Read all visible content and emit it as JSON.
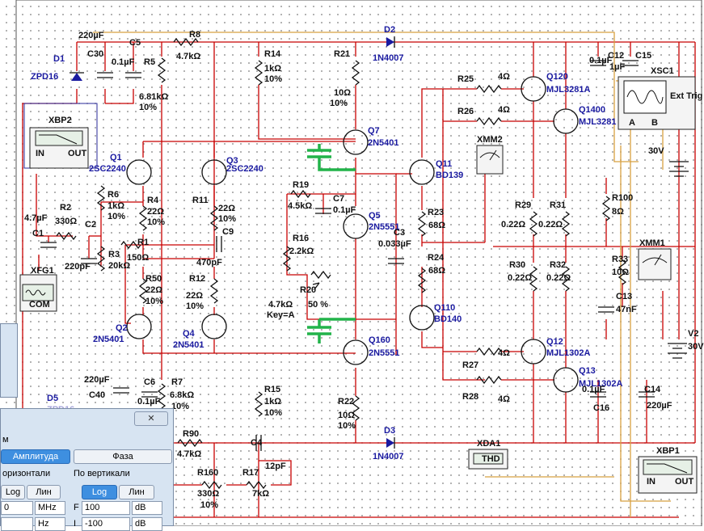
{
  "components": {
    "D1": {
      "ref": "D1",
      "value": "ZPD16"
    },
    "D2": {
      "ref": "D2",
      "value": "1N4007"
    },
    "D3": {
      "ref": "D3",
      "value": "1N4007"
    },
    "D5": {
      "ref": "D5",
      "value": "ZPD16"
    },
    "C30": {
      "ref": "C30",
      "value": "220µF"
    },
    "C5": {
      "ref": "C5",
      "value": "0.1µF"
    },
    "C40": {
      "ref": "C40",
      "value": "220µF"
    },
    "C6": {
      "ref": "C6",
      "value": "0.1µF"
    },
    "R5": {
      "ref": "R5",
      "value": "6.81kΩ",
      "tol": "10%"
    },
    "R8": {
      "ref": "R8",
      "value": "4.7kΩ"
    },
    "R14": {
      "ref": "R14",
      "value": "1kΩ",
      "tol": "10%"
    },
    "R21": {
      "ref": "R21",
      "value": "10Ω",
      "tol": "10%"
    },
    "R22": {
      "ref": "R22",
      "value": "10Ω",
      "tol": "10%"
    },
    "R15": {
      "ref": "R15",
      "value": "1kΩ",
      "tol": "10%"
    },
    "R7": {
      "ref": "R7",
      "value": "6.8kΩ",
      "tol": "10%"
    },
    "R90": {
      "ref": "R90",
      "value": "4.7kΩ"
    },
    "R160": {
      "ref": "R160",
      "value": "330Ω",
      "tol": "10%"
    },
    "R17": {
      "ref": "R17",
      "value": "7kΩ"
    },
    "C4": {
      "ref": "C4",
      "value": "12pF"
    },
    "Q1": {
      "ref": "Q1",
      "value": "2SC2240"
    },
    "Q3": {
      "ref": "Q3",
      "value": "2SC2240"
    },
    "Q2": {
      "ref": "Q2",
      "value": "2N5401"
    },
    "Q4": {
      "ref": "Q4",
      "value": "2N5401"
    },
    "Q7": {
      "ref": "Q7",
      "value": "2N5401"
    },
    "Q5": {
      "ref": "Q5",
      "value": "2N5551"
    },
    "Q160": {
      "ref": "Q160",
      "value": "2N5551"
    },
    "Q11": {
      "ref": "Q11",
      "value": "BD139"
    },
    "Q110": {
      "ref": "Q110",
      "value": "BD140"
    },
    "Q120": {
      "ref": "Q120",
      "value": "MJL3281A"
    },
    "Q1400": {
      "ref": "Q1400",
      "value": "MJL3281"
    },
    "Q12": {
      "ref": "Q12",
      "value": "MJL1302A"
    },
    "Q13": {
      "ref": "Q13",
      "value": "MJL1302A"
    },
    "R6": {
      "ref": "R6",
      "value": "1kΩ",
      "tol": "10%"
    },
    "R4": {
      "ref": "R4",
      "value": "22Ω",
      "tol": "10%"
    },
    "R11": {
      "ref": "R11",
      "value": "22Ω",
      "tol": "10%"
    },
    "R2": {
      "ref": "R2",
      "value": "330Ω"
    },
    "C1": {
      "ref": "C1",
      "value": "4.7µF"
    },
    "C2": {
      "ref": "C2",
      "value": "220pF"
    },
    "R3": {
      "ref": "R3",
      "value": "20kΩ"
    },
    "R1": {
      "ref": "R1",
      "value": "150Ω"
    },
    "C9": {
      "ref": "C9",
      "value": "470pF"
    },
    "R50": {
      "ref": "R50",
      "value": "22Ω",
      "tol": "10%"
    },
    "R12": {
      "ref": "R12",
      "value": "22Ω",
      "tol": "10%"
    },
    "R19": {
      "ref": "R19",
      "value": "4.5kΩ"
    },
    "C7": {
      "ref": "C7",
      "value": "0.1µF"
    },
    "R16": {
      "ref": "R16",
      "value": "2.2kΩ"
    },
    "R20": {
      "ref": "R20",
      "value": "4.7kΩ",
      "pct": "50 %",
      "key": "Key=A"
    },
    "C3": {
      "ref": "C3",
      "value": "0.033µF"
    },
    "R23": {
      "ref": "R23",
      "value": "68Ω"
    },
    "R24": {
      "ref": "R24",
      "value": "68Ω"
    },
    "R25": {
      "ref": "R25",
      "value": "4Ω"
    },
    "R26": {
      "ref": "R26",
      "value": "4Ω"
    },
    "R27": {
      "ref": "R27",
      "value": "4Ω"
    },
    "R28": {
      "ref": "R28",
      "value": "4Ω"
    },
    "R29": {
      "ref": "R29",
      "value": "0.22Ω"
    },
    "R31": {
      "ref": "R31",
      "value": "0.22Ω"
    },
    "R30": {
      "ref": "R30",
      "value": "0.22Ω"
    },
    "R32": {
      "ref": "R32",
      "value": "0.22Ω"
    },
    "R100": {
      "ref": "R100",
      "value": "8Ω"
    },
    "R33": {
      "ref": "R33",
      "value": "10Ω"
    },
    "C13": {
      "ref": "C13",
      "value": "47nF"
    },
    "C12": {
      "ref": "C12",
      "value": "0.1µF",
      "value2": "1µF"
    },
    "C15": {
      "ref": "C15"
    },
    "C16": {
      "ref": "C16",
      "value": "0.1µF"
    },
    "C14": {
      "ref": "C14",
      "value": "220µF"
    },
    "V2": {
      "ref": "V2",
      "value": "30V"
    },
    "V1": {
      "value": "30V"
    }
  },
  "instruments": {
    "XBP2": {
      "ref": "XBP2",
      "in": "IN",
      "out": "OUT"
    },
    "XBP1": {
      "ref": "XBP1",
      "in": "IN",
      "out": "OUT"
    },
    "XFG1": {
      "ref": "XFG1",
      "com": "COM"
    },
    "XMM2": {
      "ref": "XMM2"
    },
    "XMM1": {
      "ref": "XMM1"
    },
    "XSC1": {
      "ref": "XSC1",
      "ext": "Ext Trig",
      "a": "A",
      "b": "B"
    },
    "XDA1": {
      "ref": "XDA1",
      "screen": "THD"
    }
  },
  "dialog": {
    "close_icon": "close-icon",
    "tab_left_partial": "м",
    "amp_button": "Амплитуда",
    "phase_button": "Фаза",
    "horizontal_label": "оризонтали",
    "vertical_label": "По вертикали",
    "log_button": "Log",
    "lin_button": "Лин",
    "log_button_v": "Log",
    "lin_button_v": "Лин",
    "h_value1": "0",
    "h_unit1": "MHz",
    "h_value2": "",
    "h_unit2": "Hz",
    "v_label_f": "F",
    "v_value1": "100",
    "v_unit1": "dB",
    "v_label_i": "I",
    "v_value2": "-100",
    "v_unit2": "dB"
  },
  "colors": {
    "wire": "#c80000",
    "probe_wire": "#d8a040",
    "ref_text": "#1a1aa0",
    "green_marker": "#22b34a",
    "dialog_bg": "#d7e4f2",
    "selected_button": "#3e8fe0"
  }
}
